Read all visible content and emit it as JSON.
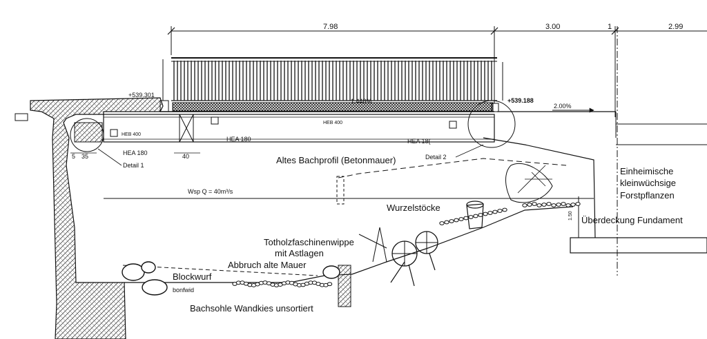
{
  "dimensions": {
    "span_main": "7.98",
    "span_right1": "3.00",
    "span_gap": "1",
    "span_right2": "2.99",
    "width_40": "40",
    "width_5": "5",
    "width_35": "35",
    "height_150": "1.50"
  },
  "levels": {
    "left": "+539.301",
    "right": "+539.188",
    "slope_deck": "1.448%",
    "slope_road": "2.00%"
  },
  "profiles": {
    "heb_left": "HEB 400",
    "heb_center": "HEB 400",
    "hea_left": "HEA 180",
    "hea_mid": "HEA 180",
    "hea_right": "HEA 18("
  },
  "details": {
    "detail1": "Detail 1",
    "detail2": "Detail 2"
  },
  "water_level": "Wsp Q = 40m³/s",
  "annotations": {
    "old_profile": "Altes Bachprofil (Betonmauer)",
    "root_stocks": "Wurzelstöcke",
    "deadwood_line1": "Totholzfaschinenwippe",
    "deadwood_line2": "mit Astlagen",
    "demolition": "Abbruch alte Mauer",
    "block_rip": "Blockwurf",
    "block_rip2": "bonfwid",
    "bed": "Bachsohle Wandkies unsortiert",
    "plants_line1": "Einheimische",
    "plants_line2": "kleinwüchsige",
    "plants_line3": "Forstpflanzen",
    "foundation_cover": "Überdeckung Fundament"
  }
}
